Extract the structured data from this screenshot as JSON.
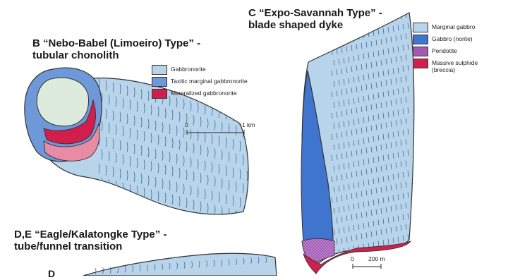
{
  "panel_b": {
    "title_line1": "B “Nebo-Babel (Limoeiro) Type” -",
    "title_line2": "tubular chonolith",
    "legend": [
      {
        "label": "Gabbronorite",
        "color": "#b7d4ea"
      },
      {
        "label": "Taxitic marginal gabbronorite",
        "color": "#6f98d8"
      },
      {
        "label": "Mineralized gabbronorite",
        "color": "#d11f4d"
      }
    ],
    "scale": {
      "start": "0",
      "end": "~1 km"
    }
  },
  "panel_c": {
    "title_line1": "C “Expo-Savannah Type” -",
    "title_line2": "blade shaped dyke",
    "legend": [
      {
        "label": "Marginal gabbro",
        "color": "#b7d4ea"
      },
      {
        "label": "Gabbro (norite)",
        "color": "#3f74cf"
      },
      {
        "label": "Peridotite",
        "color": "#a05ab4"
      },
      {
        "label": "Massive sulphide\n(breccia)",
        "color": "#d11f4d"
      }
    ],
    "scale": {
      "start": "0",
      "end": "200 m"
    }
  },
  "panel_de": {
    "title_line1": "D,E “Eagle/Kalatongke Type” -",
    "title_line2": "tube/funnel transition",
    "sublabel": "D"
  },
  "colors": {
    "light_blue": "#b7d4ea",
    "mid_blue": "#6f98d8",
    "dark_blue": "#3f74cf",
    "pale_green": "#dcebdc",
    "red": "#d11f4d",
    "pink": "#e88ca6",
    "purple": "#a05ab4",
    "outline": "#333333"
  }
}
